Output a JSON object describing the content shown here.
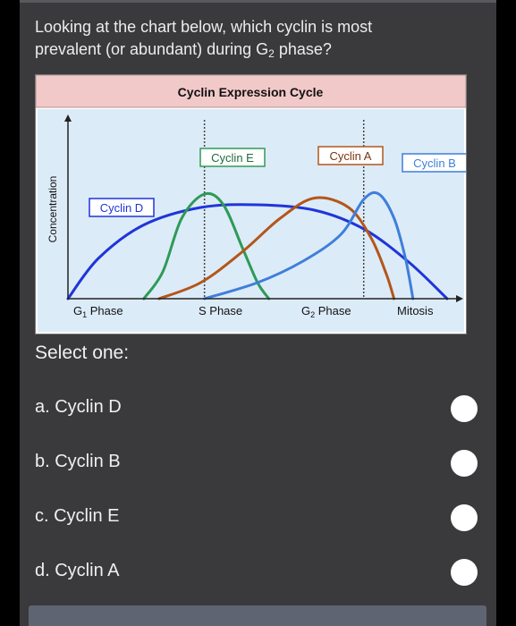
{
  "question": {
    "line1": "Looking at the chart below, which cyclin is most",
    "line2_pre": "prevalent (or abundant) during G",
    "line2_sub": "2",
    "line2_post": " phase?"
  },
  "chart_data": {
    "type": "line",
    "title": "Cyclin Expression Cycle",
    "ylabel": "Concentration",
    "x_ticks": [
      {
        "pre": "G",
        "sub": "1",
        "post": " Phase"
      },
      {
        "pre": "S Phase",
        "sub": "",
        "post": ""
      },
      {
        "pre": "G",
        "sub": "2",
        "post": " Phase"
      },
      {
        "pre": "Mitosis",
        "sub": "",
        "post": ""
      }
    ],
    "xlim": [
      0,
      100
    ],
    "ylim": [
      0,
      100
    ],
    "series": [
      {
        "name": "Cyclin D",
        "color": "#1f35d9",
        "points": [
          [
            0,
            0
          ],
          [
            8,
            30
          ],
          [
            20,
            55
          ],
          [
            35,
            68
          ],
          [
            50,
            70
          ],
          [
            65,
            66
          ],
          [
            78,
            52
          ],
          [
            90,
            27
          ],
          [
            100,
            0
          ]
        ]
      },
      {
        "name": "Cyclin E",
        "color": "#2e9a56",
        "points": [
          [
            20,
            0
          ],
          [
            25,
            20
          ],
          [
            30,
            60
          ],
          [
            36,
            78
          ],
          [
            41,
            70
          ],
          [
            46,
            38
          ],
          [
            50,
            12
          ],
          [
            53,
            0
          ]
        ]
      },
      {
        "name": "Cyclin A",
        "color": "#b3561a",
        "points": [
          [
            24,
            0
          ],
          [
            35,
            12
          ],
          [
            46,
            35
          ],
          [
            56,
            60
          ],
          [
            65,
            75
          ],
          [
            74,
            68
          ],
          [
            80,
            45
          ],
          [
            84,
            18
          ],
          [
            86,
            0
          ]
        ]
      },
      {
        "name": "Cyclin B",
        "color": "#3e7fd9",
        "points": [
          [
            36,
            0
          ],
          [
            50,
            12
          ],
          [
            62,
            28
          ],
          [
            72,
            48
          ],
          [
            78,
            74
          ],
          [
            82,
            78
          ],
          [
            86,
            60
          ],
          [
            89,
            30
          ],
          [
            91,
            0
          ]
        ]
      }
    ],
    "dividers": [
      36,
      78
    ],
    "colors": {
      "title_bg": "#f2c9c9",
      "plot_bg": "#dcebf8"
    }
  },
  "select_label": "Select one:",
  "options": [
    {
      "label": "a. Cyclin D"
    },
    {
      "label": "b. Cyclin B"
    },
    {
      "label": "c. Cyclin E"
    },
    {
      "label": "d. Cyclin A"
    }
  ]
}
